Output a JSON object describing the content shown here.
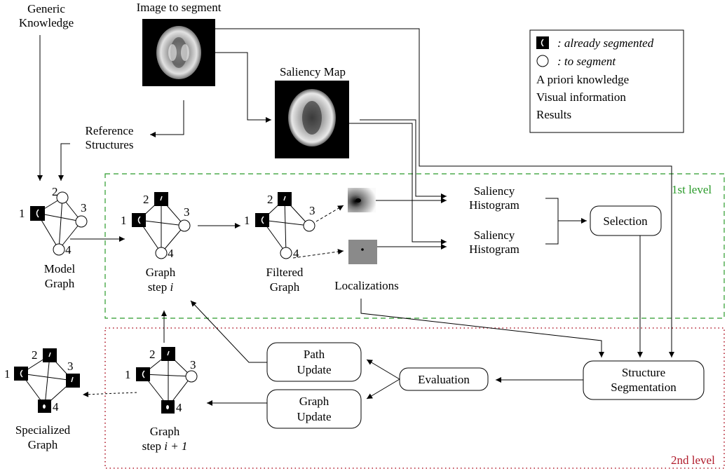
{
  "colors": {
    "knowledge": "#1a1aff",
    "visual": "#ff1a1a",
    "results": "#8b1a8b",
    "level1": "#2a9a2a",
    "level2": "#b01a2a"
  },
  "labels": {
    "generic_knowledge_1": "Generic",
    "generic_knowledge_2": "Knowledge",
    "image_to_segment": "Image to segment",
    "saliency_map": "Saliency Map",
    "reference_1": "Reference",
    "reference_2": "Structures",
    "model_graph_1": "Model",
    "model_graph_2": "Graph",
    "graph_step_1": "Graph",
    "graph_step_2": "step",
    "graph_step_var": "i",
    "filtered_1": "Filtered",
    "filtered_2": "Graph",
    "localizations": "Localizations",
    "saliency_hist_a_1": "Saliency",
    "saliency_hist_a_2": "Histogram",
    "saliency_hist_b_1": "Saliency",
    "saliency_hist_b_2": "Histogram",
    "selection": "Selection",
    "structure_seg_1": "Structure",
    "structure_seg_2": "Segmentation",
    "evaluation": "Evaluation",
    "path_update_1": "Path",
    "path_update_2": "Update",
    "graph_update_1": "Graph",
    "graph_update_2": "Update",
    "graph_next_1": "Graph",
    "graph_next_2": "step",
    "graph_next_var": "i + 1",
    "specialized_1": "Specialized",
    "specialized_2": "Graph",
    "level_1": "1st level",
    "level_2": "2nd level"
  },
  "legend": {
    "already_segmented": ": already segmented",
    "to_segment": ": to segment",
    "a_priori": "A priori knowledge",
    "visual": "Visual information",
    "results": "Results"
  },
  "node_numbers": [
    "1",
    "2",
    "3",
    "4"
  ]
}
